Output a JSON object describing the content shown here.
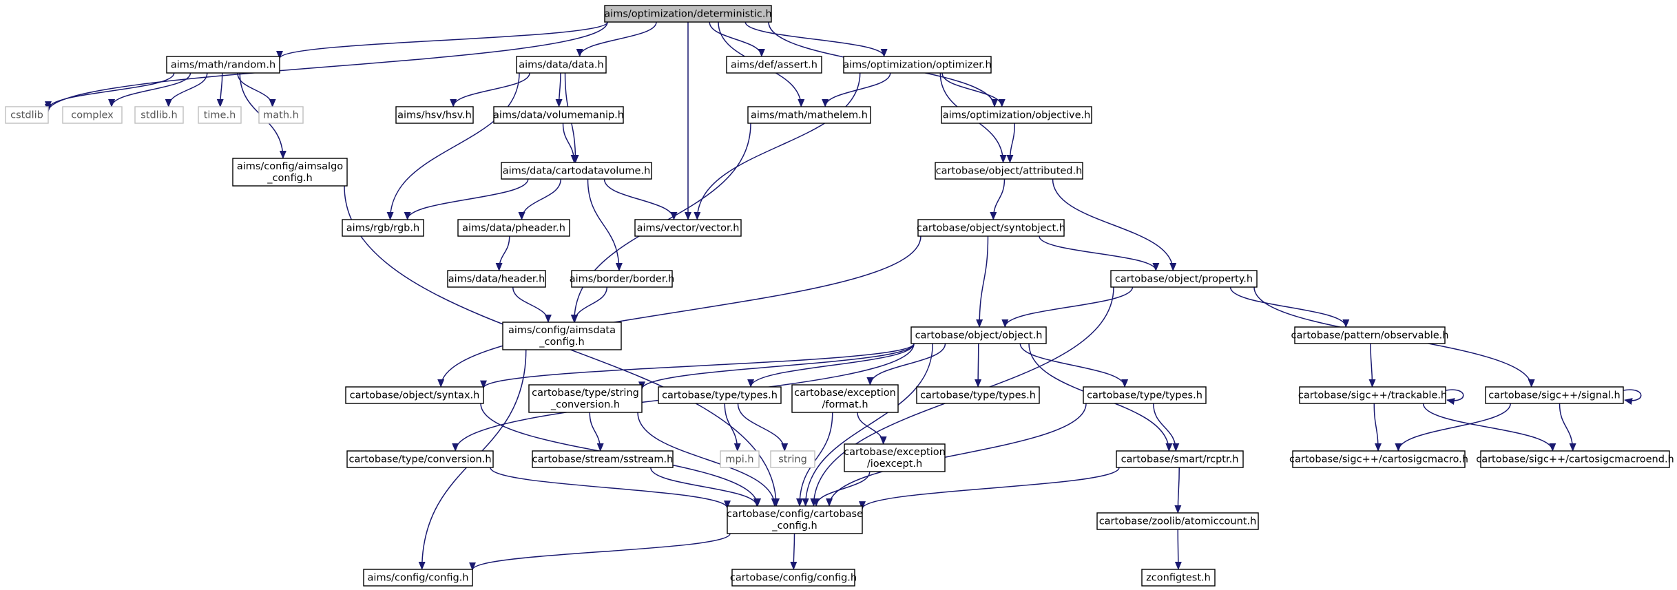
{
  "colors": {
    "edge": "#191970",
    "node_border": "#000000",
    "ext_border": "#bfbfbf",
    "root_fill": "#bfbfbf",
    "node_fill": "#ffffff"
  },
  "nodes": [
    {
      "id": "root",
      "lines": [
        "aims/optimization/deterministic.h"
      ],
      "kind": "root"
    },
    {
      "id": "random",
      "lines": [
        "aims/math/random.h"
      ],
      "kind": "normal"
    },
    {
      "id": "data",
      "lines": [
        "aims/data/data.h"
      ],
      "kind": "normal"
    },
    {
      "id": "assert",
      "lines": [
        "aims/def/assert.h"
      ],
      "kind": "normal"
    },
    {
      "id": "optimizer",
      "lines": [
        "aims/optimization/optimizer.h"
      ],
      "kind": "normal"
    },
    {
      "id": "cstdlib",
      "lines": [
        "cstdlib"
      ],
      "kind": "ext"
    },
    {
      "id": "complex",
      "lines": [
        "complex"
      ],
      "kind": "ext"
    },
    {
      "id": "stdlib",
      "lines": [
        "stdlib.h"
      ],
      "kind": "ext"
    },
    {
      "id": "time",
      "lines": [
        "time.h"
      ],
      "kind": "ext"
    },
    {
      "id": "math",
      "lines": [
        "math.h"
      ],
      "kind": "ext"
    },
    {
      "id": "hsv",
      "lines": [
        "aims/hsv/hsv.h"
      ],
      "kind": "normal"
    },
    {
      "id": "volumemanip",
      "lines": [
        "aims/data/volumemanip.h"
      ],
      "kind": "normal"
    },
    {
      "id": "mathelem",
      "lines": [
        "aims/math/mathelem.h"
      ],
      "kind": "normal"
    },
    {
      "id": "objective",
      "lines": [
        "aims/optimization/objective.h"
      ],
      "kind": "normal"
    },
    {
      "id": "aimsalgo",
      "lines": [
        "aims/config/aimsalgo",
        "_config.h"
      ],
      "kind": "normal"
    },
    {
      "id": "cartodatavolume",
      "lines": [
        "aims/data/cartodatavolume.h"
      ],
      "kind": "normal"
    },
    {
      "id": "attributed",
      "lines": [
        "cartobase/object/attributed.h"
      ],
      "kind": "normal"
    },
    {
      "id": "rgb",
      "lines": [
        "aims/rgb/rgb.h"
      ],
      "kind": "normal"
    },
    {
      "id": "pheader",
      "lines": [
        "aims/data/pheader.h"
      ],
      "kind": "normal"
    },
    {
      "id": "vector",
      "lines": [
        "aims/vector/vector.h"
      ],
      "kind": "normal"
    },
    {
      "id": "syntobject",
      "lines": [
        "cartobase/object/syntobject.h"
      ],
      "kind": "normal"
    },
    {
      "id": "header",
      "lines": [
        "aims/data/header.h"
      ],
      "kind": "normal"
    },
    {
      "id": "border",
      "lines": [
        "aims/border/border.h"
      ],
      "kind": "normal"
    },
    {
      "id": "property",
      "lines": [
        "cartobase/object/property.h"
      ],
      "kind": "normal"
    },
    {
      "id": "aimsdata",
      "lines": [
        "aims/config/aimsdata",
        "_config.h"
      ],
      "kind": "normal"
    },
    {
      "id": "object",
      "lines": [
        "cartobase/object/object.h"
      ],
      "kind": "normal"
    },
    {
      "id": "observable",
      "lines": [
        "cartobase/pattern/observable.h"
      ],
      "kind": "normal"
    },
    {
      "id": "syntax",
      "lines": [
        "cartobase/object/syntax.h"
      ],
      "kind": "normal"
    },
    {
      "id": "stringconv",
      "lines": [
        "cartobase/type/string",
        "_conversion.h"
      ],
      "kind": "normal"
    },
    {
      "id": "types1",
      "lines": [
        "cartobase/type/types.h"
      ],
      "kind": "normal"
    },
    {
      "id": "format",
      "lines": [
        "cartobase/exception",
        "/format.h"
      ],
      "kind": "normal"
    },
    {
      "id": "types2",
      "lines": [
        "cartobase/type/types.h"
      ],
      "kind": "normal"
    },
    {
      "id": "types3",
      "lines": [
        "cartobase/type/types.h"
      ],
      "kind": "normal"
    },
    {
      "id": "trackable",
      "lines": [
        "cartobase/sigc++/trackable.h"
      ],
      "kind": "normal"
    },
    {
      "id": "signal",
      "lines": [
        "cartobase/sigc++/signal.h"
      ],
      "kind": "normal"
    },
    {
      "id": "mpi",
      "lines": [
        "mpi.h"
      ],
      "kind": "ext"
    },
    {
      "id": "string",
      "lines": [
        "string"
      ],
      "kind": "ext"
    },
    {
      "id": "conversion",
      "lines": [
        "cartobase/type/conversion.h"
      ],
      "kind": "normal"
    },
    {
      "id": "sstream",
      "lines": [
        "cartobase/stream/sstream.h"
      ],
      "kind": "normal"
    },
    {
      "id": "ioexcept",
      "lines": [
        "cartobase/exception",
        "/ioexcept.h"
      ],
      "kind": "normal"
    },
    {
      "id": "rcptr",
      "lines": [
        "cartobase/smart/rcptr.h"
      ],
      "kind": "normal"
    },
    {
      "id": "cartosigcmacro",
      "lines": [
        "cartobase/sigc++/cartosigcmacro.h"
      ],
      "kind": "normal"
    },
    {
      "id": "cartosigcmacroend",
      "lines": [
        "cartobase/sigc++/cartosigcmacroend.h"
      ],
      "kind": "normal"
    },
    {
      "id": "cartobaseconfig",
      "lines": [
        "cartobase/config/cartobase",
        "_config.h"
      ],
      "kind": "normal"
    },
    {
      "id": "atomiccount",
      "lines": [
        "cartobase/zoolib/atomiccount.h"
      ],
      "kind": "normal"
    },
    {
      "id": "aimsconfig",
      "lines": [
        "aims/config/config.h"
      ],
      "kind": "normal"
    },
    {
      "id": "cartoconfig",
      "lines": [
        "cartobase/config/config.h"
      ],
      "kind": "normal"
    },
    {
      "id": "zconfigtest",
      "lines": [
        "zconfigtest.h"
      ],
      "kind": "normal"
    }
  ],
  "edges": [
    [
      "root",
      "random"
    ],
    [
      "root",
      "cstdlib"
    ],
    [
      "root",
      "data"
    ],
    [
      "root",
      "assert"
    ],
    [
      "root",
      "optimizer"
    ],
    [
      "root",
      "objective"
    ],
    [
      "root",
      "vector"
    ],
    [
      "root",
      "mathelem"
    ],
    [
      "random",
      "cstdlib"
    ],
    [
      "random",
      "complex"
    ],
    [
      "random",
      "stdlib"
    ],
    [
      "random",
      "time"
    ],
    [
      "random",
      "math"
    ],
    [
      "random",
      "aimsalgo"
    ],
    [
      "data",
      "hsv"
    ],
    [
      "data",
      "volumemanip"
    ],
    [
      "data",
      "cartodatavolume"
    ],
    [
      "data",
      "rgb"
    ],
    [
      "volumemanip",
      "cartodatavolume"
    ],
    [
      "optimizer",
      "mathelem"
    ],
    [
      "optimizer",
      "objective"
    ],
    [
      "optimizer",
      "attributed"
    ],
    [
      "optimizer",
      "vector"
    ],
    [
      "objective",
      "attributed"
    ],
    [
      "mathelem",
      "aimsdata"
    ],
    [
      "aimsalgo",
      "cartobaseconfig"
    ],
    [
      "cartodatavolume",
      "rgb"
    ],
    [
      "cartodatavolume",
      "pheader"
    ],
    [
      "cartodatavolume",
      "vector"
    ],
    [
      "cartodatavolume",
      "border"
    ],
    [
      "pheader",
      "header"
    ],
    [
      "header",
      "aimsdata"
    ],
    [
      "border",
      "aimsdata"
    ],
    [
      "aimsdata",
      "aimsconfig"
    ],
    [
      "attributed",
      "syntobject"
    ],
    [
      "attributed",
      "property"
    ],
    [
      "syntobject",
      "syntax"
    ],
    [
      "syntobject",
      "object"
    ],
    [
      "syntobject",
      "property"
    ],
    [
      "property",
      "object"
    ],
    [
      "property",
      "observable"
    ],
    [
      "property",
      "signal"
    ],
    [
      "property",
      "cartobaseconfig"
    ],
    [
      "object",
      "syntax"
    ],
    [
      "object",
      "conversion"
    ],
    [
      "object",
      "stringconv"
    ],
    [
      "object",
      "types1"
    ],
    [
      "object",
      "format"
    ],
    [
      "object",
      "types2"
    ],
    [
      "object",
      "types3"
    ],
    [
      "object",
      "rcptr"
    ],
    [
      "object",
      "cartobaseconfig"
    ],
    [
      "observable",
      "trackable"
    ],
    [
      "trackable",
      "trackable"
    ],
    [
      "trackable",
      "cartosigcmacro"
    ],
    [
      "trackable",
      "cartosigcmacroend"
    ],
    [
      "signal",
      "signal"
    ],
    [
      "signal",
      "cartosigcmacro"
    ],
    [
      "signal",
      "cartosigcmacroend"
    ],
    [
      "syntax",
      "cartobaseconfig"
    ],
    [
      "stringconv",
      "sstream"
    ],
    [
      "stringconv",
      "cartobaseconfig"
    ],
    [
      "types1",
      "mpi"
    ],
    [
      "types1",
      "string"
    ],
    [
      "format",
      "ioexcept"
    ],
    [
      "format",
      "cartobaseconfig"
    ],
    [
      "types3",
      "rcptr"
    ],
    [
      "types3",
      "cartobaseconfig"
    ],
    [
      "conversion",
      "cartobaseconfig"
    ],
    [
      "sstream",
      "cartobaseconfig"
    ],
    [
      "ioexcept",
      "cartobaseconfig"
    ],
    [
      "rcptr",
      "cartobaseconfig"
    ],
    [
      "rcptr",
      "atomiccount"
    ],
    [
      "cartobaseconfig",
      "aimsconfig"
    ],
    [
      "cartobaseconfig",
      "cartoconfig"
    ],
    [
      "atomiccount",
      "zconfigtest"
    ]
  ]
}
